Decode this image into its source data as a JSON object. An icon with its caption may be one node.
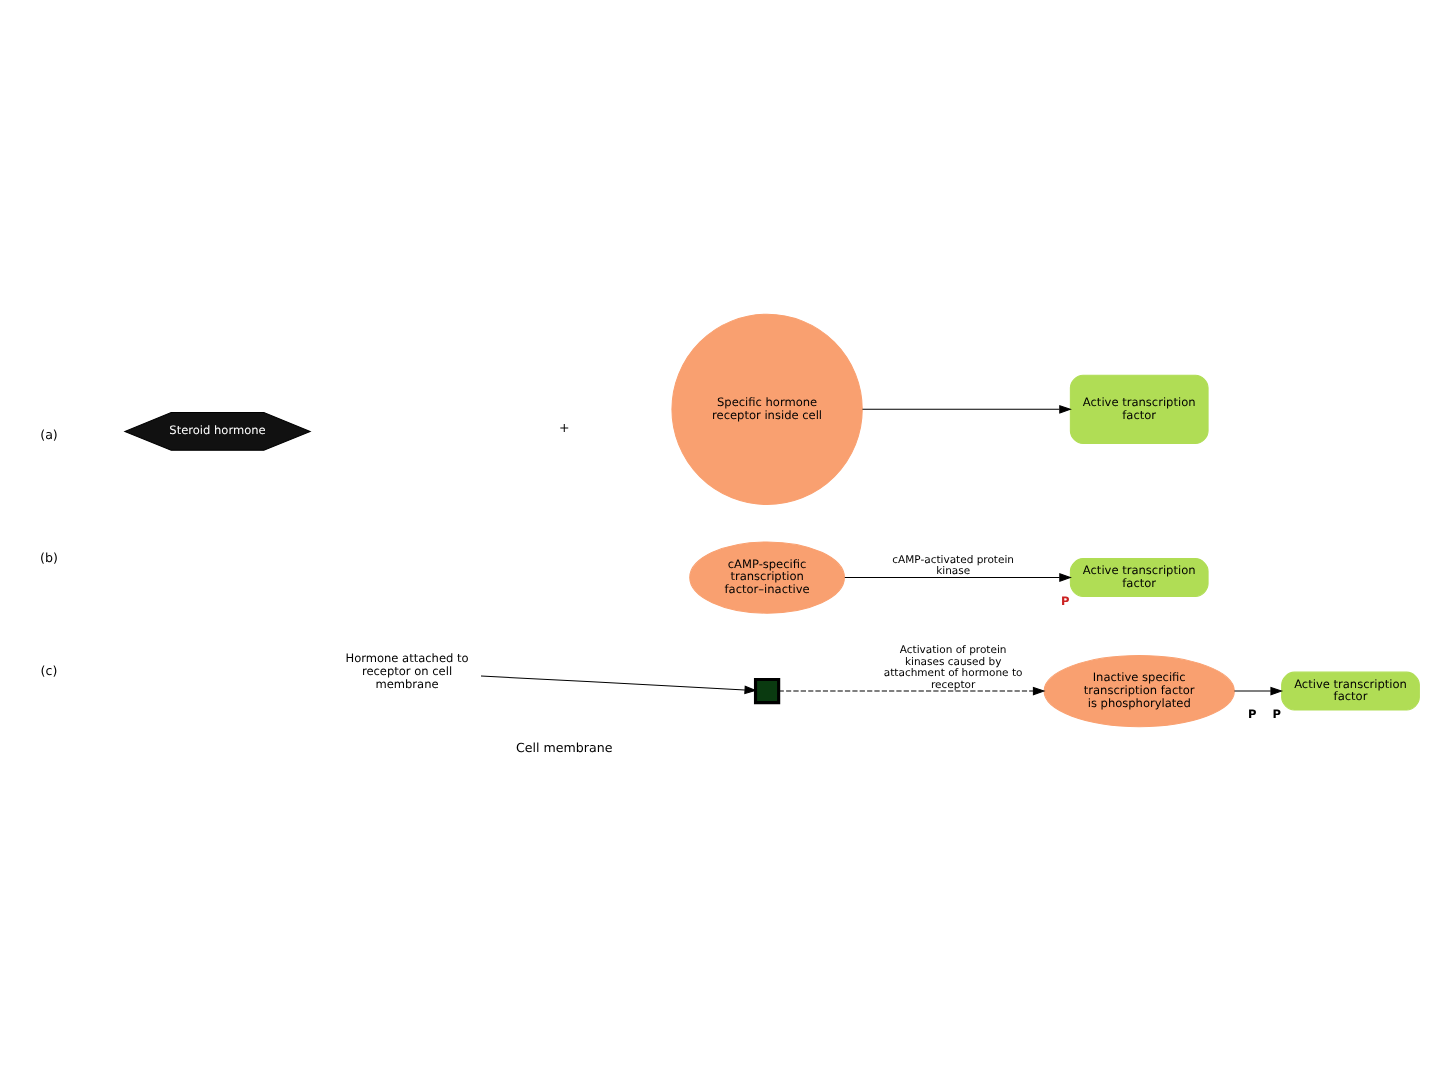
{
  "diagram": {
    "nodes": [
      {
        "text": [
          "Steroid hormone"
        ]
      },
      {
        "text": [
          "Specific hormone receptor inside cell"
        ]
      },
      {
        "text": [
          "Active transcription factor"
        ]
      },
      {
        "text": [
          "cAMP-specific transcription factor–inactive"
        ]
      },
      {
        "text": [
          "Active transcription factor"
        ],
        "beside": [
          "P"
        ]
      },
      {
        "text": [
          "Hormone attached to receptor on cell membrane"
        ]
      },
      {
        "text": [],
        "shape": "box"
      },
      {
        "text": [
          "Inactive specific transcription factor is phosphorylated"
        ]
      },
      {
        "text": [
          "Active transcription factor"
        ],
        "beside": [
          "P",
          "P"
        ]
      }
    ],
    "edges": [
      {
        "from": 1,
        "to": 2,
        "arrow": "to"
      },
      {
        "from": 3,
        "to": 4,
        "label": "cAMP-activated protein kinase",
        "arrow": "to"
      },
      {
        "from": 5,
        "to": 6,
        "arrow": "to"
      },
      {
        "from": 6,
        "to": 7,
        "label": "Activation of protein kinases caused by attachment of hormone to receptor",
        "arrow": "to",
        "style": "dashed"
      },
      {
        "from": 7,
        "to": 8,
        "arrow": "to"
      }
    ],
    "labels": [
      "(a)",
      "+",
      "(b)",
      "(c)",
      "Cell membrane"
    ]
  }
}
